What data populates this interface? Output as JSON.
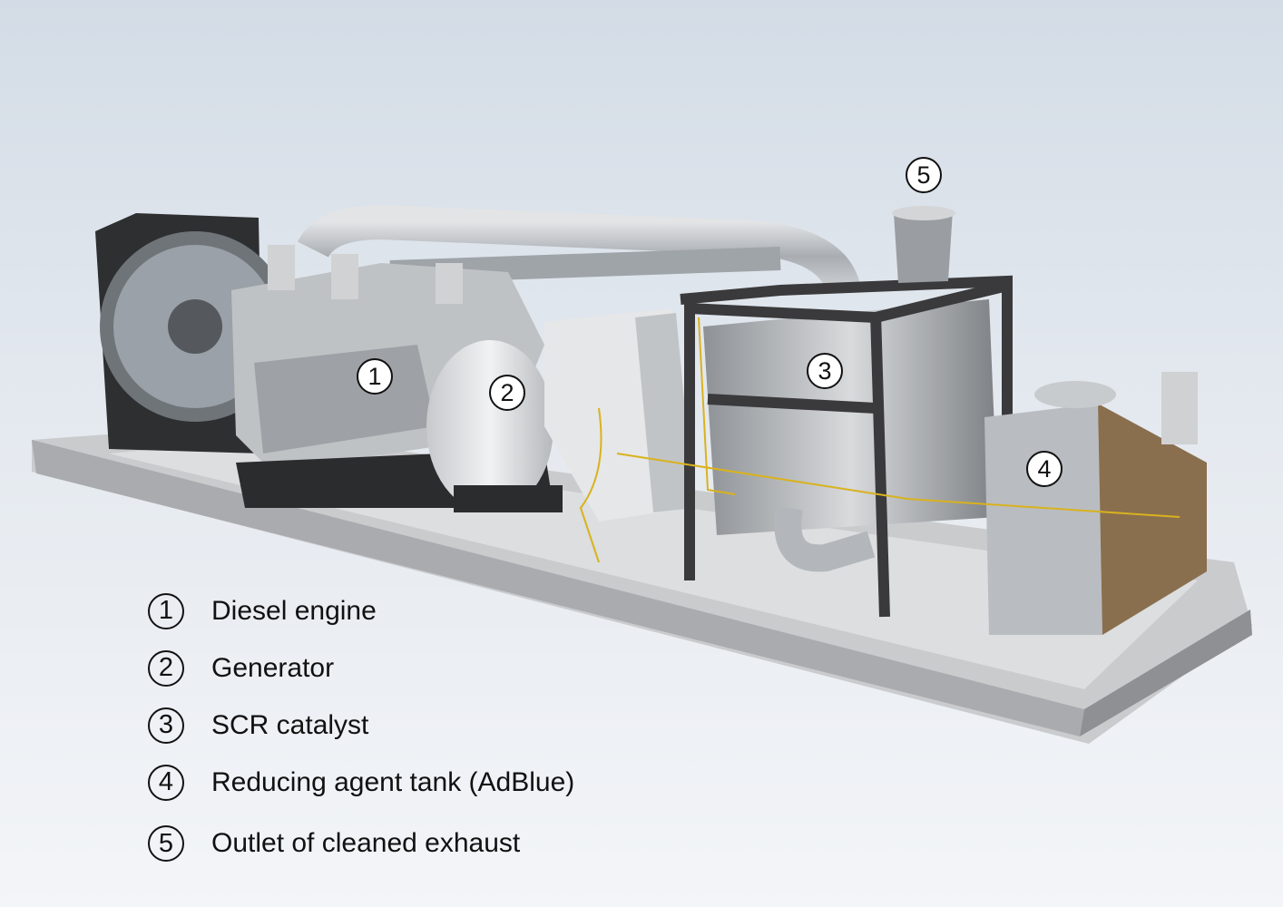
{
  "callouts": [
    {
      "number": "1"
    },
    {
      "number": "2"
    },
    {
      "number": "3"
    },
    {
      "number": "4"
    },
    {
      "number": "5"
    }
  ],
  "legend": [
    {
      "number": "1",
      "label": "Diesel engine"
    },
    {
      "number": "2",
      "label": "Generator"
    },
    {
      "number": "3",
      "label": "SCR catalyst"
    },
    {
      "number": "4",
      "label": "Reducing agent tank (AdBlue)"
    },
    {
      "number": "5",
      "label": "Outlet of cleaned exhaust"
    }
  ],
  "colors": {
    "cable": "#d9b21e",
    "frame": "#3a3a3c",
    "steel": "#b8bcc0"
  }
}
